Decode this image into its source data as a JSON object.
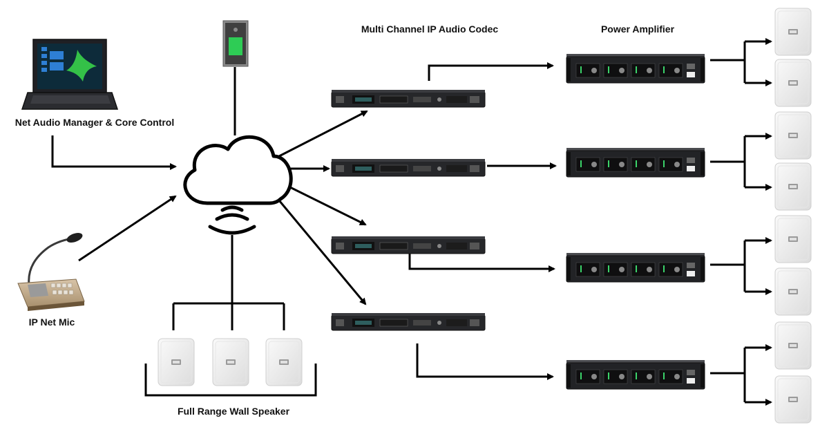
{
  "labels": {
    "codec": "Multi Channel IP Audio Codec",
    "amplifier": "Power Amplifier",
    "manager": "Net Audio Manager & Core Control",
    "mic": "IP Net Mic",
    "wall_speaker": "Full Range Wall Speaker"
  },
  "colors": {
    "line": "#000000",
    "rack": "#2a2b2e",
    "speaker": "#f2f2f2",
    "panel_green": "#2ecc55"
  }
}
